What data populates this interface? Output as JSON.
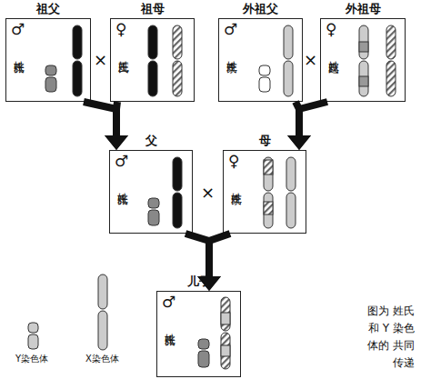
{
  "diagram": {
    "caption": "图为 姓氏和 Y 染色体的 共同传递",
    "nodes": [
      {
        "text": [
          "祖父",
          "♂",
          "姓氏张"
        ]
      },
      {
        "text": [
          "祖母",
          "♀",
          "姓氏王"
        ]
      },
      {
        "text": [
          "外祖父",
          "♂",
          "姓氏李"
        ]
      },
      {
        "text": [
          "外祖母",
          "♀",
          "姓氏赵"
        ]
      },
      {
        "text": [
          "父",
          "♂",
          "姓氏张"
        ]
      },
      {
        "text": [
          "母",
          "♀",
          "姓氏李"
        ]
      },
      {
        "text": [
          "儿子",
          "♂",
          "姓氏张"
        ]
      }
    ],
    "edges": [
      {
        "from": 0,
        "to": 4,
        "arrow": "to"
      },
      {
        "from": 1,
        "to": 4,
        "arrow": "to"
      },
      {
        "from": 2,
        "to": 5,
        "arrow": "to"
      },
      {
        "from": 3,
        "to": 5,
        "arrow": "to"
      },
      {
        "from": 4,
        "to": 6,
        "arrow": "to"
      },
      {
        "from": 5,
        "to": 6,
        "arrow": "to"
      }
    ],
    "labels": [
      "×",
      "×",
      "×"
    ],
    "legend": [
      {
        "text": "Y染色体"
      },
      {
        "text": "X染色体"
      }
    ]
  }
}
